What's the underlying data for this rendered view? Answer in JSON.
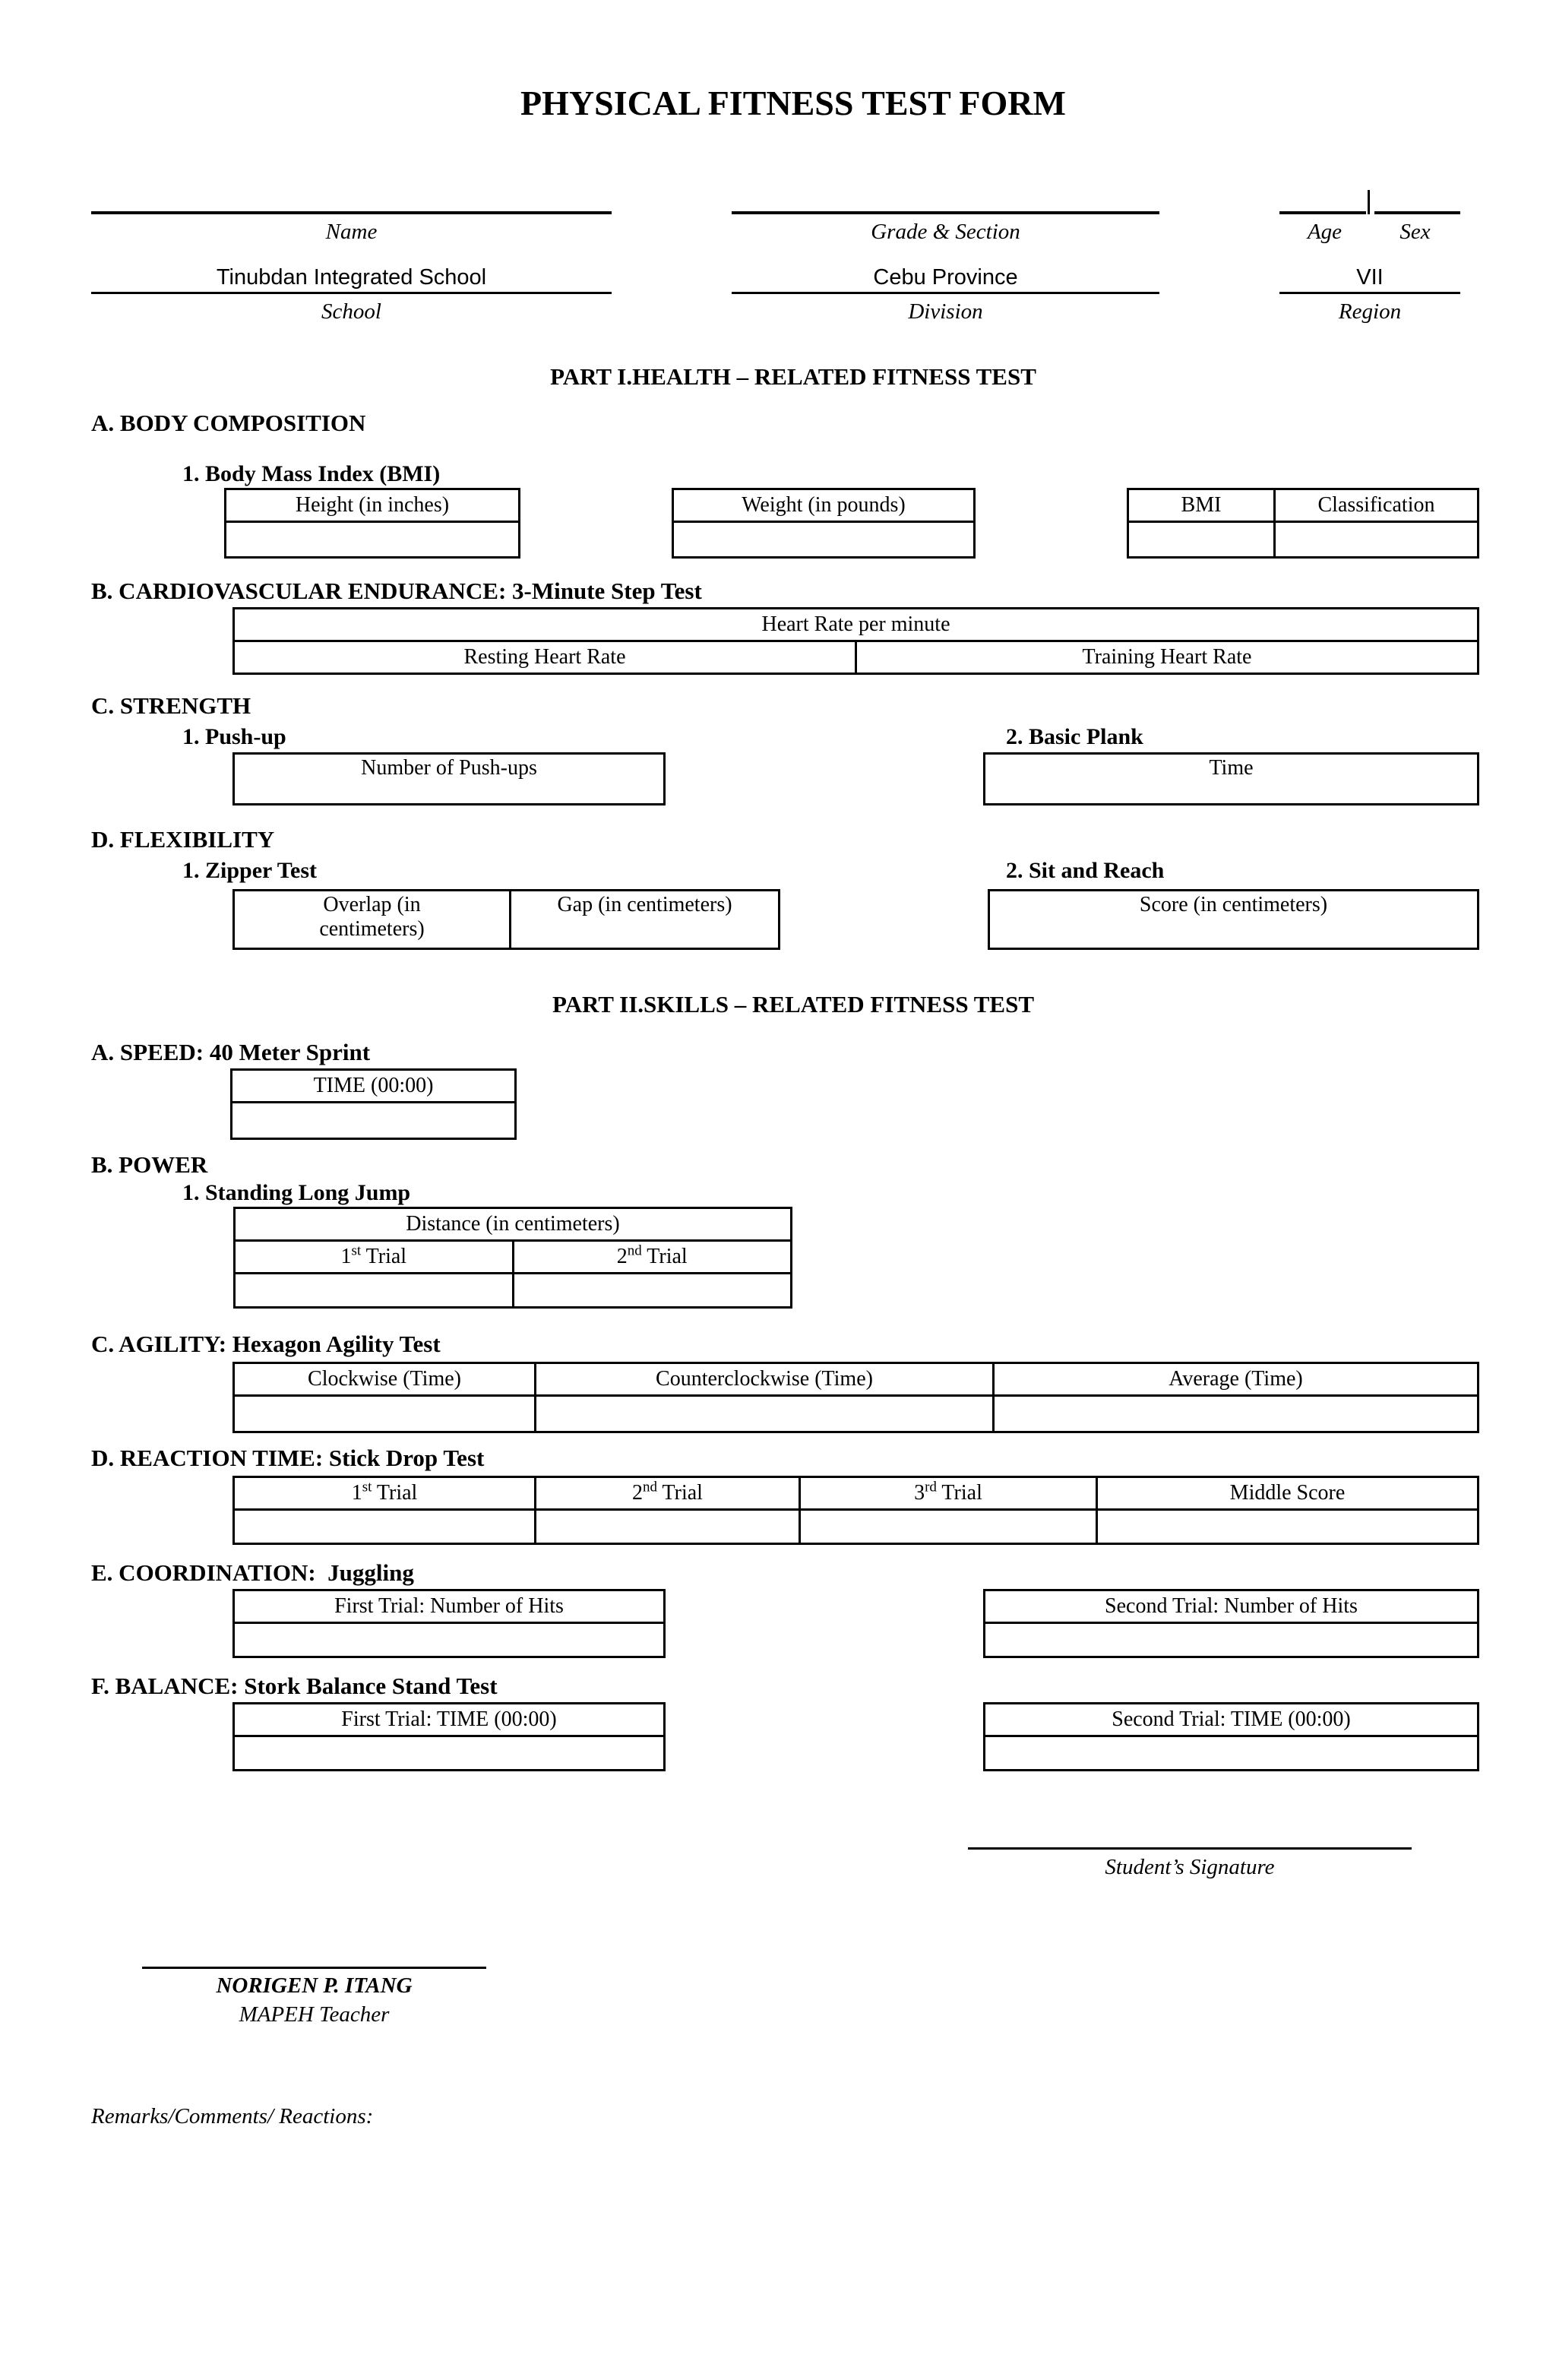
{
  "title": "PHYSICAL FITNESS TEST FORM",
  "identity": {
    "name_label": "Name",
    "grade_label": "Grade & Section",
    "age_label": "Age",
    "sex_label": "Sex",
    "school_value": "Tinubdan Integrated School",
    "school_label": "School",
    "division_value": "Cebu Province",
    "division_label": "Division",
    "region_value": "VII",
    "region_label": "Region"
  },
  "part1": {
    "heading": "PART I.HEALTH – RELATED FITNESS TEST",
    "body_composition": {
      "heading": "A. BODY COMPOSITION",
      "sub": "1. Body Mass Index (BMI)",
      "height_header": "Height (in inches)",
      "weight_header": "Weight (in pounds)",
      "bmi_header": "BMI",
      "classification_header": "Classification"
    },
    "cardio": {
      "heading": "B. CARDIOVASCULAR ENDURANCE: 3-Minute Step Test",
      "table_title": "Heart Rate per minute",
      "resting": "Resting Heart Rate",
      "training": "Training Heart Rate"
    },
    "strength": {
      "heading": "C. STRENGTH",
      "pushup_sub": "1. Push-up",
      "plank_sub": "2. Basic Plank",
      "pushup_header": "Number of Push-ups",
      "plank_header": "Time"
    },
    "flexibility": {
      "heading": "D. FLEXIBILITY",
      "zipper_sub": "1. Zipper Test",
      "sitreach_sub": "2. Sit and Reach",
      "overlap_header": "Overlap (in centimeters)",
      "gap_header": "Gap (in centimeters)",
      "score_header": "Score (in centimeters)"
    }
  },
  "part2": {
    "heading": "PART II.SKILLS – RELATED FITNESS TEST",
    "speed": {
      "heading": "A. SPEED: 40 Meter Sprint",
      "time_header": "TIME (00:00)"
    },
    "power": {
      "heading": "B. POWER",
      "sub": "1. Standing Long Jump",
      "distance_header": "Distance (in centimeters)",
      "trial1": {
        "pre": "1",
        "sup": "st",
        "post": " Trial"
      },
      "trial2": {
        "pre": "2",
        "sup": "nd",
        "post": " Trial"
      }
    },
    "agility": {
      "heading": "C. AGILITY: Hexagon Agility Test",
      "clockwise": "Clockwise (Time)",
      "counterclockwise": "Counterclockwise (Time)",
      "average": "Average (Time)"
    },
    "reaction": {
      "heading": "D. REACTION TIME: Stick Drop Test",
      "trial1": {
        "pre": "1",
        "sup": "st",
        "post": " Trial"
      },
      "trial2": {
        "pre": "2",
        "sup": "nd",
        "post": " Trial"
      },
      "trial3": {
        "pre": "3",
        "sup": "rd",
        "post": " Trial"
      },
      "middle": "Middle Score"
    },
    "coordination": {
      "heading": "E. COORDINATION:  Juggling",
      "first_header": "First Trial: Number of Hits",
      "second_header": "Second Trial: Number of Hits"
    },
    "balance": {
      "heading": "F. BALANCE: Stork Balance Stand Test",
      "first_header": "First Trial: TIME (00:00)",
      "second_header": "Second Trial: TIME (00:00)"
    }
  },
  "footer": {
    "student_signature_label": "Student’s Signature",
    "teacher_name": "NORIGEN P. ITANG",
    "teacher_title": "MAPEH Teacher",
    "remarks_label": "Remarks/Comments/ Reactions:"
  }
}
